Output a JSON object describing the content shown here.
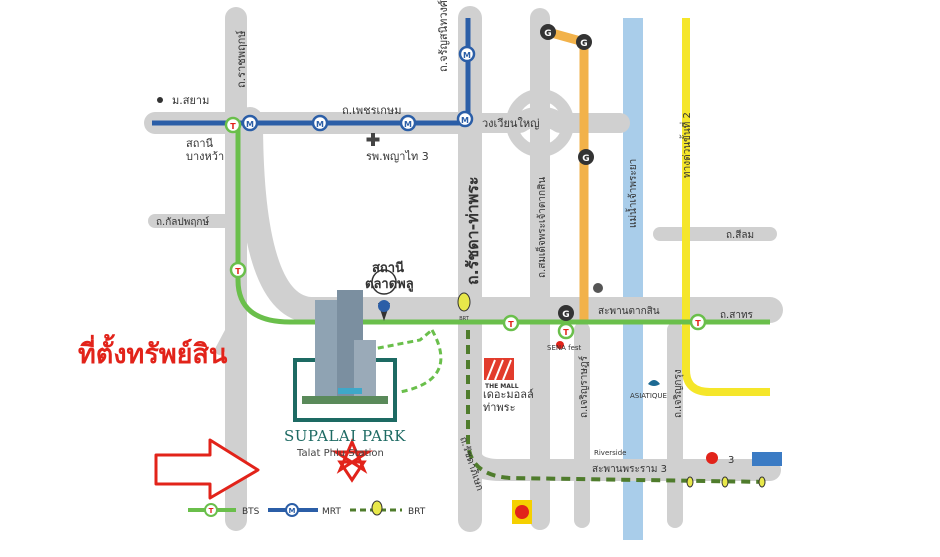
{
  "heading": "ที่ตั้งทรัพย์สิน",
  "project": {
    "name": "SUPALAI PARK",
    "subtitle": "Talat Phlu Station"
  },
  "roads": {
    "ratchaprarop": "ถ.ราชพฤกษ์",
    "charansanitwong": "ถ.จรัญสนิทวงศ์",
    "phetkasem": "ถ.เพชรเกษม",
    "kanlapaphruek": "ถ.กัลปพฤกษ์",
    "ratchada_thaphra": "ถ.รัชดา-ท่าพระ",
    "somdet": "ถ.สมเด็จพระเจ้าตากสิน",
    "silom": "ถ.สีลม",
    "sathon": "ถ.สาทร",
    "charoenrat": "ถ.เจริญราษฎร์",
    "charoenkrung": "ถ.เจริญกรุง",
    "ratchada_lower": "ถ.รัชดาภิเษก",
    "expressway": "ทางด่วนขั้นที่ 2"
  },
  "places": {
    "siam_uni": "ม.สยาม",
    "bang_wa_line1": "สถานี",
    "bang_wa_line2": "บางหว้า",
    "hospital": "รพ.พญาไท 3",
    "wongwian_yai": "วงเวียนใหญ่",
    "talat_phlu_line1": "สถานี",
    "talat_phlu_line2": "ตลาดพลู",
    "taksin_bridge": "สะพานตากสิน",
    "river": "แม่น้ำเจ้าพระยา",
    "rama3_bridge": "สะพานพระราม 3",
    "the_mall_logo": "THE MALL",
    "the_mall_line1": "เดอะมอลล์",
    "the_mall_line2": "ท่าพระ",
    "asiatique": "ASIATIQUE",
    "sena_fest": "SENA fest",
    "riverside": "Riverside",
    "terminal_3": "3"
  },
  "legend": {
    "bts": "BTS",
    "mrt": "MRT",
    "brt": "BRT"
  },
  "colors": {
    "bts": "#6abf4b",
    "mrt": "#2b5ea7",
    "brt": "#e8e84a",
    "gold_line": "#f2b24a",
    "expressway": "#f5e62a",
    "river": "#a9cdea",
    "road": "#d0d0d0",
    "heading": "#e2231a",
    "project": "#1d6a63"
  },
  "icons": {
    "station_mrt": "mrt-station-icon",
    "station_bts": "bts-station-icon",
    "station_gold": "gold-line-station-icon",
    "hospital": "hospital-cross-icon",
    "arrow": "direction-arrow-icon",
    "star": "location-star-icon",
    "pin": "map-pin-icon"
  }
}
